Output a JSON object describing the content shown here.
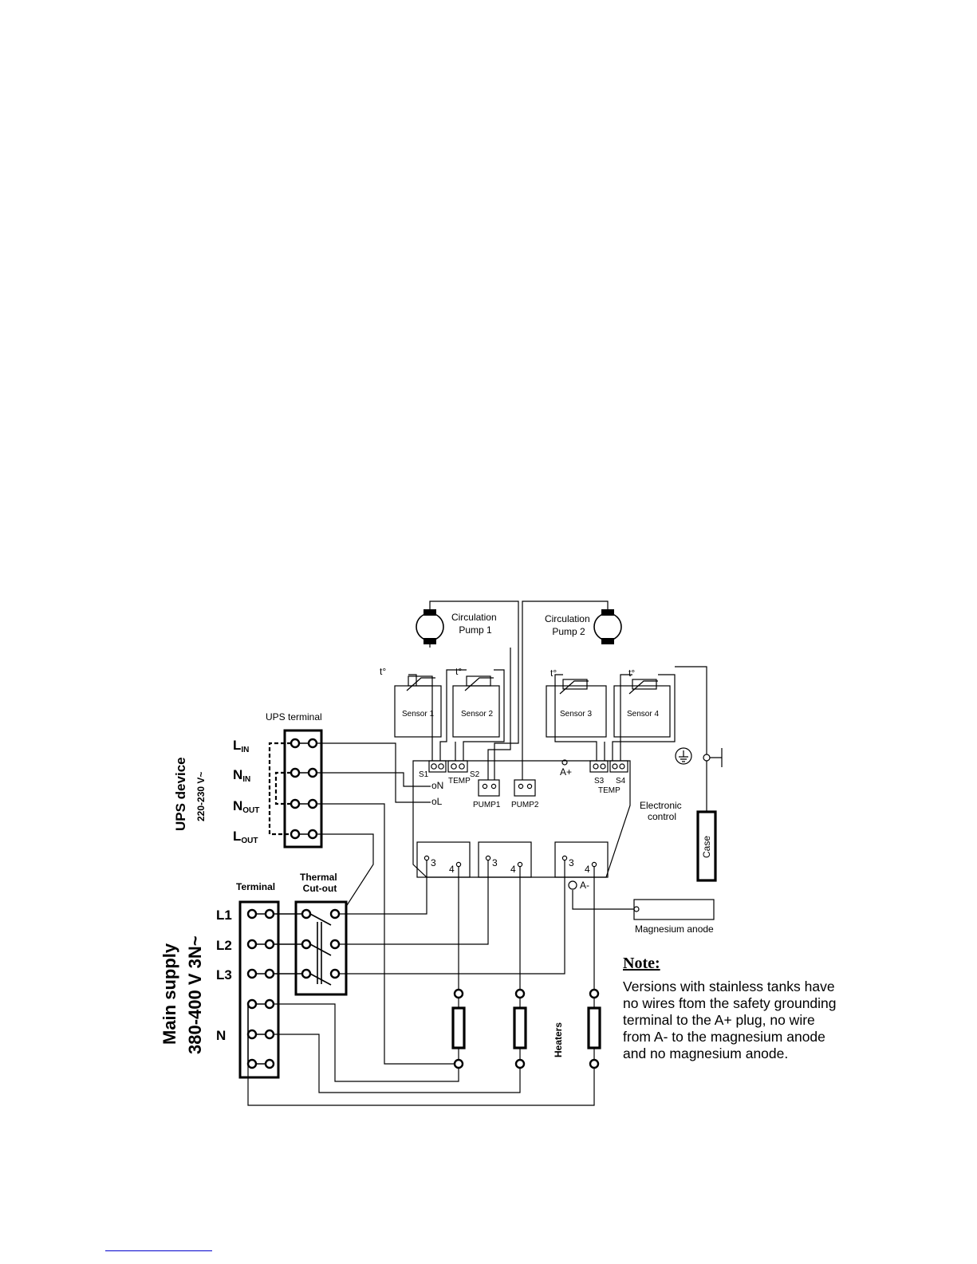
{
  "pumps": {
    "pump1": "Circulation\nPump 1",
    "pump2": "Circulation\nPump 2"
  },
  "sensors": {
    "s1": "Sensor 1",
    "s2": "Sensor 2",
    "s3": "Sensor 3",
    "s4": "Sensor 4",
    "t_symbol": "t°"
  },
  "ups": {
    "device_title": "UPS device",
    "device_voltage": "220-230 V~",
    "terminal_label": "UPS terminal",
    "l_in": "L",
    "l_in_sub": "IN",
    "n_in": "N",
    "n_in_sub": "IN",
    "n_out": "N",
    "n_out_sub": "OUT",
    "l_out": "L",
    "l_out_sub": "OUT"
  },
  "control": {
    "label": "Electronic\ncontrol",
    "s1": "S1",
    "s2": "S2",
    "temp_left": "TEMP",
    "s3": "S3",
    "s4": "S4",
    "temp_right": "TEMP",
    "a_plus": "A+",
    "a_minus": "A-",
    "n": "oN",
    "l": "oL",
    "pump1": "PUMP1",
    "pump2": "PUMP2",
    "relay_3": "3",
    "relay_4": "4"
  },
  "main": {
    "title": "Main supply",
    "voltage": "380-400 V 3N~",
    "terminal_label": "Terminal",
    "thermal_label": "Thermal\nCut-out",
    "l1": "L1",
    "l2": "L2",
    "l3": "L3",
    "n": "N"
  },
  "case_label": "Case",
  "anode_label": "Magnesium anode",
  "heaters_label": "Heaters",
  "note": {
    "title": "Note:",
    "text": "Versions with stainless tanks have no wires ftom the safety grounding terminal to the A+ plug, no wire from A- to the magnesium anode and no magnesium anode."
  }
}
